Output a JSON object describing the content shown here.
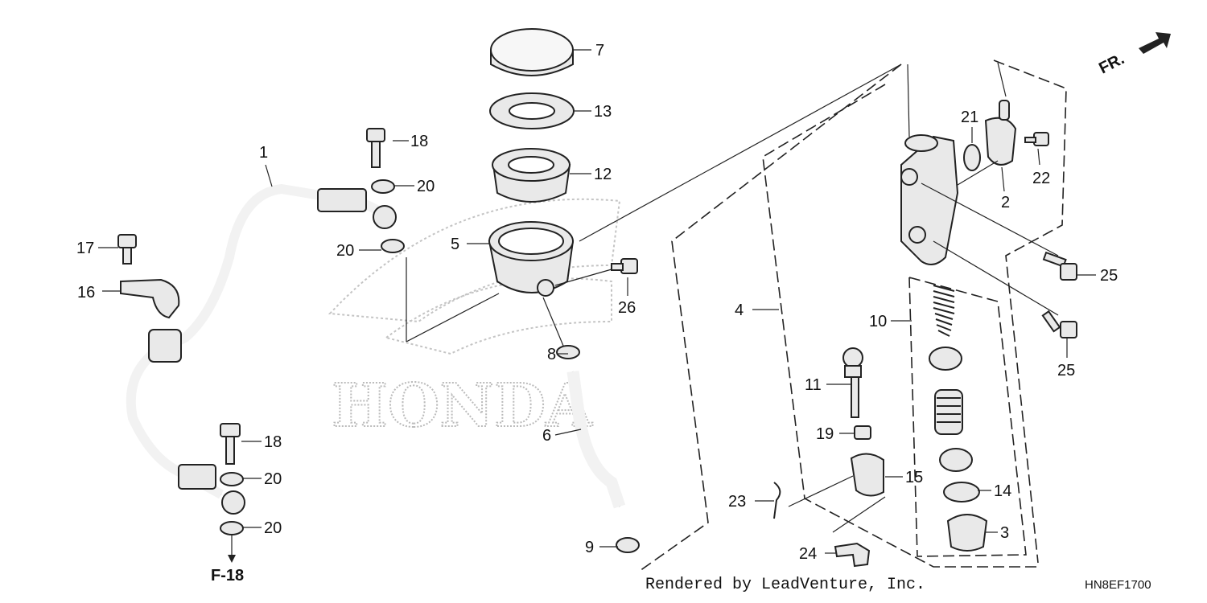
{
  "callouts": [
    {
      "id": "c1",
      "text": "1"
    },
    {
      "id": "c2",
      "text": "2"
    },
    {
      "id": "c3",
      "text": "3"
    },
    {
      "id": "c4",
      "text": "4"
    },
    {
      "id": "c5",
      "text": "5"
    },
    {
      "id": "c6",
      "text": "6"
    },
    {
      "id": "c7",
      "text": "7"
    },
    {
      "id": "c8",
      "text": "8"
    },
    {
      "id": "c9",
      "text": "9"
    },
    {
      "id": "c10",
      "text": "10"
    },
    {
      "id": "c11",
      "text": "11"
    },
    {
      "id": "c12",
      "text": "12"
    },
    {
      "id": "c13",
      "text": "13"
    },
    {
      "id": "c14",
      "text": "14"
    },
    {
      "id": "c15",
      "text": "15"
    },
    {
      "id": "c16",
      "text": "16"
    },
    {
      "id": "c17",
      "text": "17"
    },
    {
      "id": "c18",
      "text": "18"
    },
    {
      "id": "c19",
      "text": "19"
    },
    {
      "id": "c20",
      "text": "20"
    },
    {
      "id": "c21",
      "text": "21"
    },
    {
      "id": "c22",
      "text": "22"
    },
    {
      "id": "c23",
      "text": "23"
    },
    {
      "id": "c24",
      "text": "24"
    },
    {
      "id": "c25",
      "text": "25"
    },
    {
      "id": "c26",
      "text": "26"
    }
  ],
  "direction_label": "FR.",
  "reference": "F-18",
  "watermark": "HONDA",
  "credit": "Rendered by LeadVenture, Inc.",
  "diagram_code": "HN8EF1700"
}
